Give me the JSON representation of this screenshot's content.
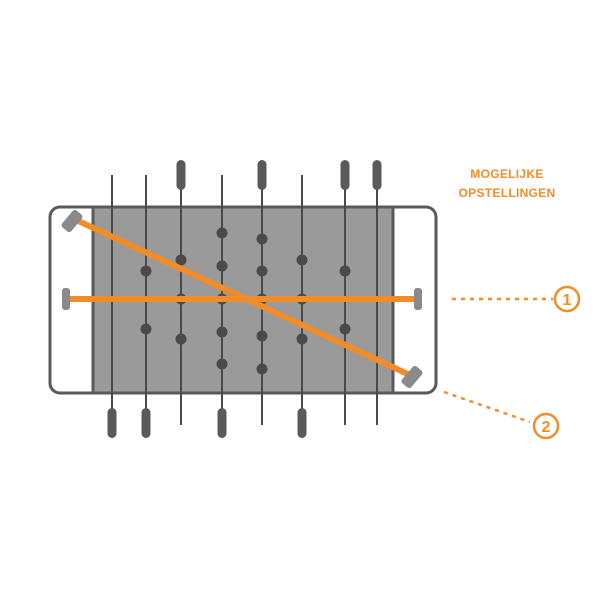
{
  "title": {
    "line1": "MOGELIJKE",
    "line2": "OPSTELLINGEN"
  },
  "callouts": [
    {
      "label": "1"
    },
    {
      "label": "2"
    }
  ],
  "colors": {
    "accent": "#f28c28",
    "field": "#9a9a9a",
    "rod": "#4a4a4a",
    "frame": "#5a5a5a",
    "handle": "#5a5a5a",
    "bumper": "#8a8a8a"
  },
  "icons": {
    "table": "foosball-table-icon",
    "callout": "numbered-circle-icon"
  }
}
